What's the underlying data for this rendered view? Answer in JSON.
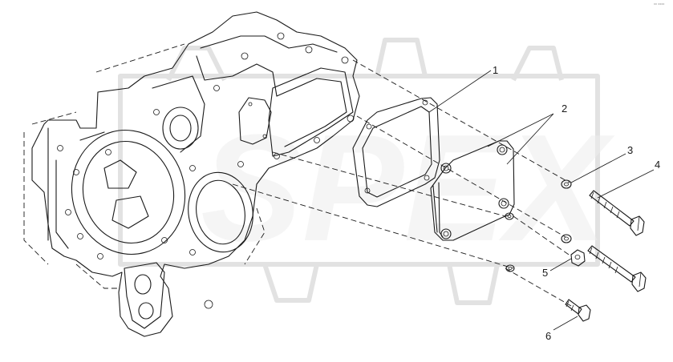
{
  "diagram": {
    "callouts": [
      {
        "id": "c1",
        "label": "1"
      },
      {
        "id": "c2",
        "label": "2"
      },
      {
        "id": "c3",
        "label": "3"
      },
      {
        "id": "c4",
        "label": "4"
      },
      {
        "id": "c5",
        "label": "5"
      },
      {
        "id": "c6",
        "label": "6"
      }
    ],
    "watermark_text": "SPEX",
    "corner_mark": "°° °°°°"
  },
  "colors": {
    "line": "#1a1a1a",
    "watermark": "#e2e2e2",
    "background": "#ffffff"
  }
}
